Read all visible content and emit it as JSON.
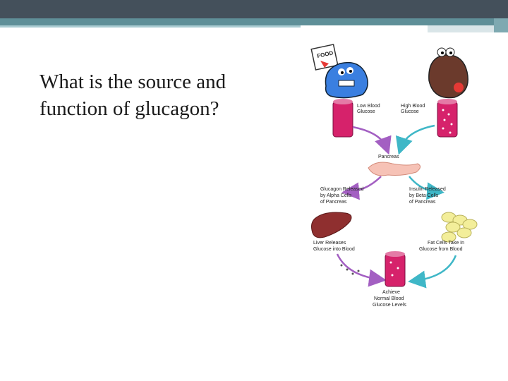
{
  "slide": {
    "question": "What is the source and function of glucagon?"
  },
  "figure": {
    "food_sign": "FOOD",
    "low_glucose": [
      "Low Blood",
      "Glucose"
    ],
    "high_glucose": [
      "High Blood",
      "Glucose"
    ],
    "pancreas": "Pancreas",
    "glucagon": [
      "Glucagon Released",
      "by Alpha Cells",
      "of Pancreas"
    ],
    "insulin": [
      "Insulin Released",
      "by Beta Cells",
      "of Pancreas"
    ],
    "liver": [
      "Liver Releases",
      "Glucose into Blood"
    ],
    "fat": [
      "Fat Cells Take In",
      "Glucose from Blood"
    ],
    "normal": [
      "Achieve",
      "Normal Blood",
      "Glucose Levels"
    ],
    "colors": {
      "purple_arrow": "#a35fc2",
      "teal_arrow": "#3fb7c7",
      "tube": "#d6226b",
      "liver": "#8f2f2f",
      "pancreas": "#f6c2b6",
      "fat": "#f3ee9a",
      "blue_cell": "#3a7fe0",
      "brown_cell": "#6b3a2c"
    }
  }
}
